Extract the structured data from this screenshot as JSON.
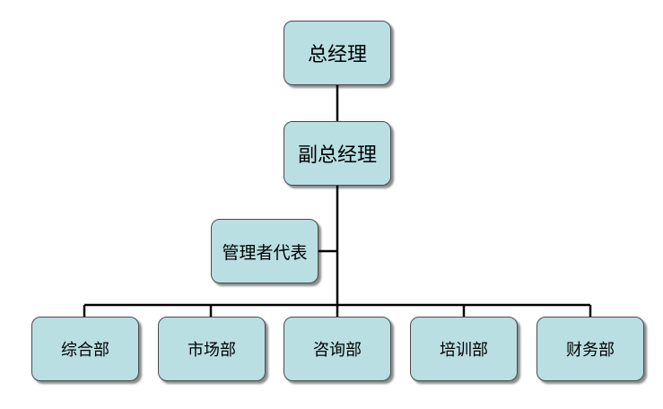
{
  "chart_data": {
    "type": "org-chart",
    "root": {
      "label": "总经理"
    },
    "deputy": {
      "label": "副总经理"
    },
    "representative": {
      "label": "管理者代表"
    },
    "departments": [
      {
        "label": "综合部"
      },
      {
        "label": "市场部"
      },
      {
        "label": "咨询部"
      },
      {
        "label": "培训部"
      },
      {
        "label": "财务部"
      }
    ],
    "colors": {
      "box_fill": "#b9dfe3",
      "box_border": "#4a4a4a",
      "line": "#000000"
    }
  }
}
